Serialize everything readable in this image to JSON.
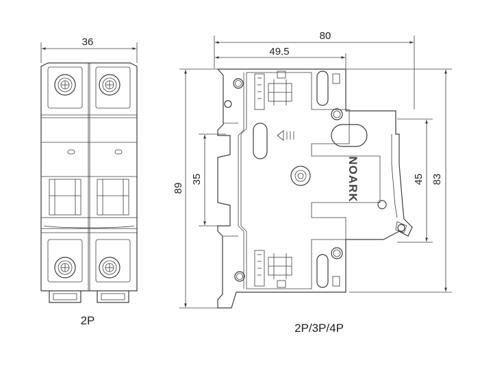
{
  "front_view": {
    "width_label": "36",
    "caption": "2P"
  },
  "side_view": {
    "width_overall_label": "80",
    "width_partial_label": "49.5",
    "height_overall_label": "89",
    "rail_height_label": "35",
    "height_right_label": "83",
    "window_height_label": "45",
    "brand_text": "NOARK",
    "caption": "2P/3P/4P"
  }
}
